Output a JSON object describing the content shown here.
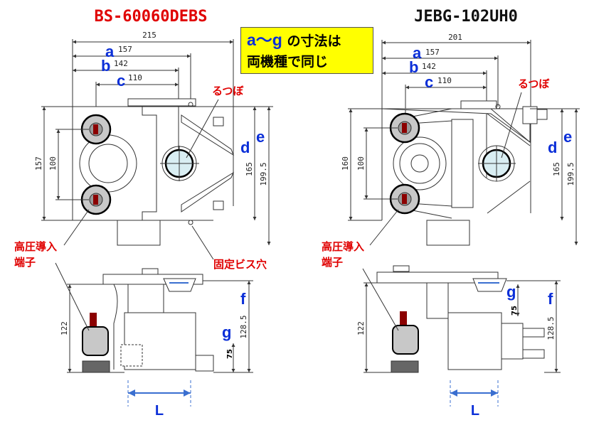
{
  "left": {
    "title": "BS-60060DEBS",
    "dims": {
      "overall": "215",
      "a": "157",
      "b": "142",
      "c": "110",
      "height": "157",
      "pitch": "100",
      "d": "165",
      "e": "199.5",
      "side_height": "122",
      "f": "128.5",
      "g": "75"
    },
    "labels": {
      "crucible": "るつぼ",
      "hv_terminal_1": "高圧導入",
      "hv_terminal_2": "端子",
      "screw_hole": "固定ビス穴",
      "L": "L",
      "a": "a",
      "b": "b",
      "c": "c",
      "d": "d",
      "e": "e",
      "f": "f",
      "g": "g"
    }
  },
  "right": {
    "title": "JEBG-102UH0",
    "dims": {
      "overall": "201",
      "a": "157",
      "b": "142",
      "c": "110",
      "height": "160",
      "pitch": "100",
      "d": "165",
      "e": "199.5",
      "side_height": "122",
      "f": "128.5",
      "g": "75"
    },
    "labels": {
      "crucible": "るつぼ",
      "hv_terminal_1": "高圧導入",
      "hv_terminal_2": "端子",
      "L": "L",
      "a": "a",
      "b": "b",
      "c": "c",
      "d": "d",
      "e": "e",
      "f": "f",
      "g": "g"
    }
  },
  "note": {
    "range": "a～g",
    "line1_rest": " の寸法は",
    "line2": "両機種で同じ"
  },
  "colors": {
    "title_left": "#e00000",
    "title_right": "#111111",
    "letters": "#0b2fd8",
    "callout": "#e00000",
    "note_bg": "#ffff00",
    "L_arrow": "#3a6fd0"
  }
}
